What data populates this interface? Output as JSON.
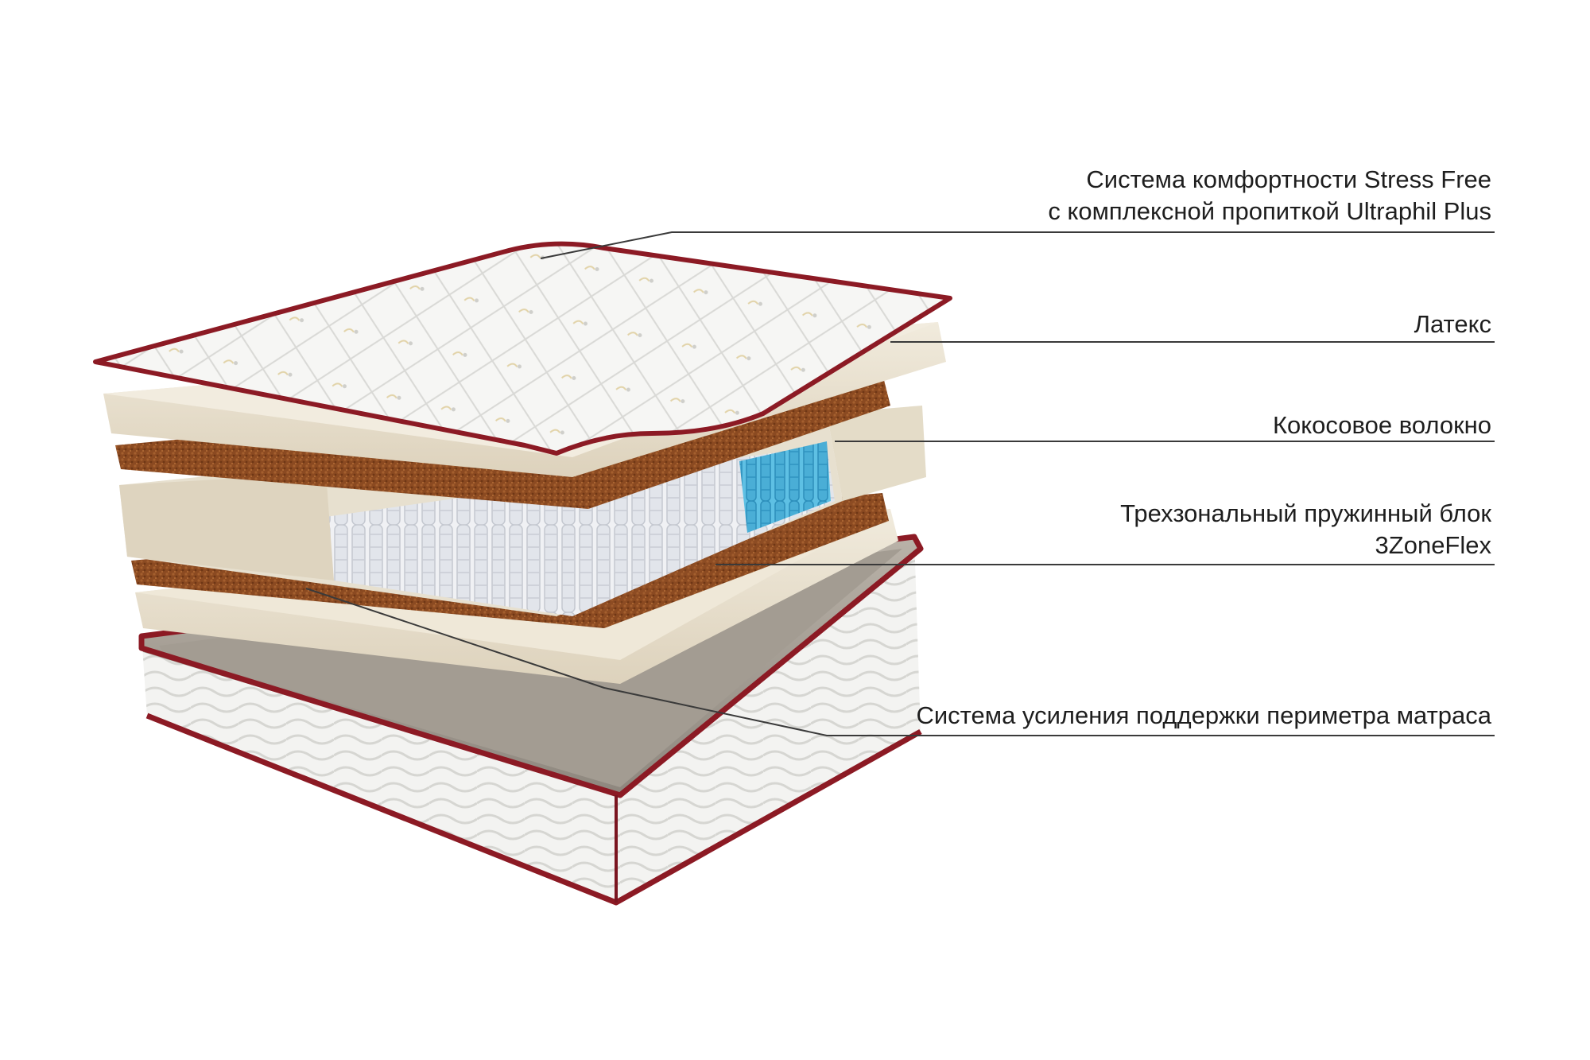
{
  "title": "",
  "colors": {
    "cover": "#f4f4f2",
    "piping": "#8c1a24",
    "latex": "#e9e1d0",
    "coconut": "#8a4a22",
    "springs": "#e6e9ee",
    "springs_accent": "#4fb3d9",
    "callout_line": "#3a3a3a"
  },
  "layers": [
    {
      "id": "top-cover",
      "label_lines": [
        "Система комфортности Stress Free",
        "с комплексной пропиткой Ultraphil Plus"
      ]
    },
    {
      "id": "latex",
      "label_lines": [
        "Латекс"
      ]
    },
    {
      "id": "coconut-fiber",
      "label_lines": [
        "Кокосовое волокно"
      ]
    },
    {
      "id": "spring-block",
      "label_lines": [
        "Трехзональный пружинный блок",
        "3ZoneFlex"
      ]
    },
    {
      "id": "perimeter-support",
      "label_lines": [
        "Система усиления поддержки периметра матраса"
      ]
    }
  ]
}
